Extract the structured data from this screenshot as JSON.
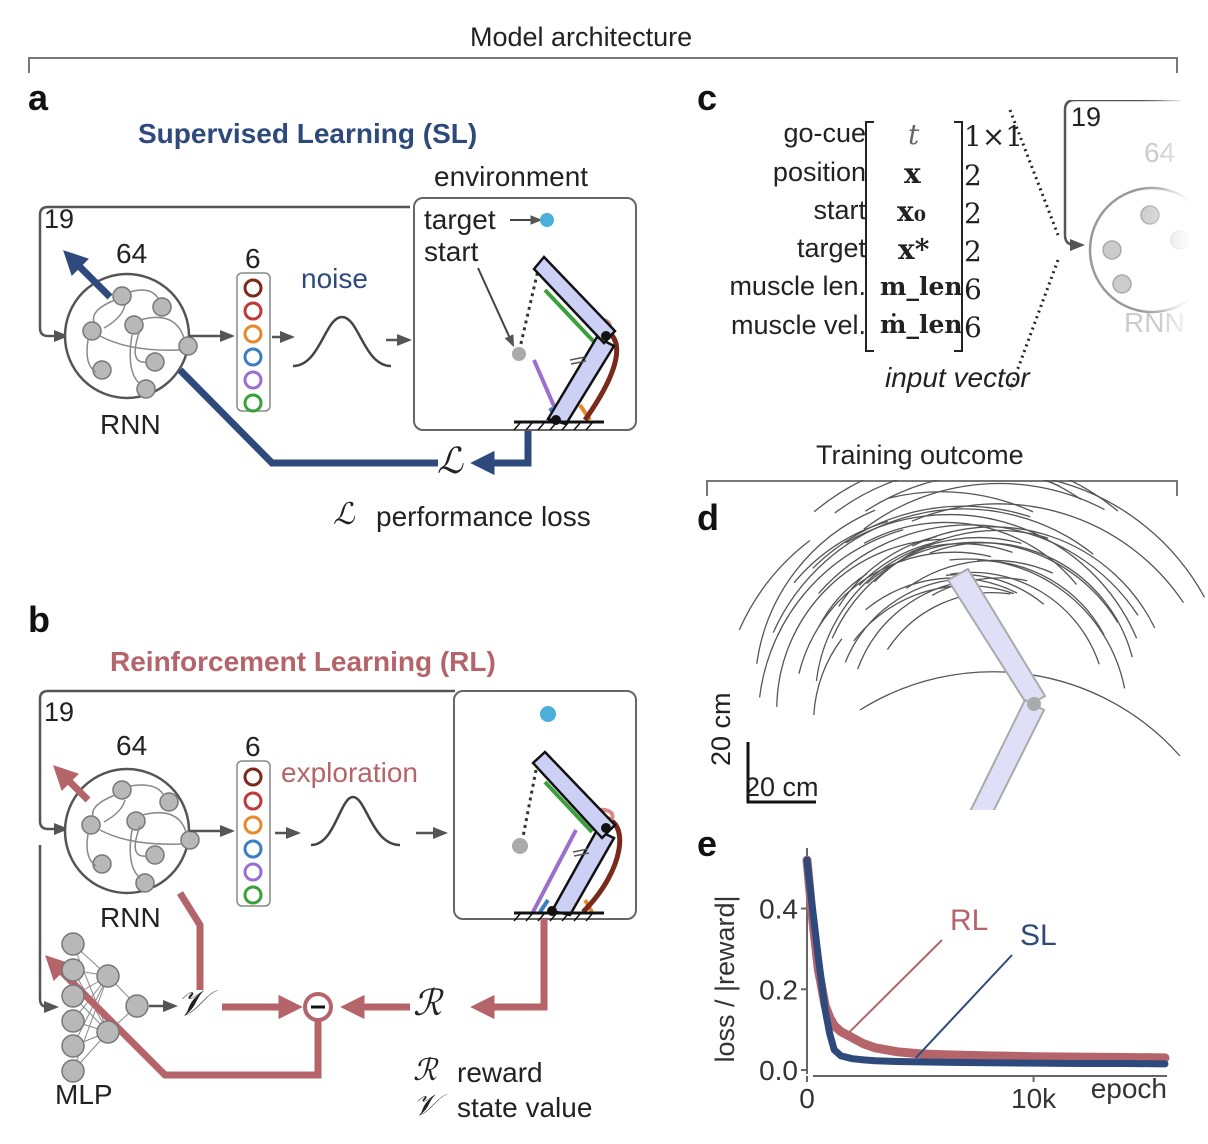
{
  "header": {
    "model_architecture": "Model architecture",
    "training_outcome": "Training outcome"
  },
  "panels": {
    "a": {
      "letter": "a",
      "title": "Supervised Learning (SL)",
      "title_color": "#2e4a7d",
      "input_dim": "19",
      "rnn_units": "64",
      "rnn_label": "RNN",
      "output_dim": "6",
      "perturbation_label": "noise",
      "environment_label": "environment",
      "target_label": "target",
      "start_label": "start",
      "loss_symbol": "ℒ",
      "legend": [
        {
          "symbol": "ℒ",
          "text": "performance loss"
        }
      ]
    },
    "b": {
      "letter": "b",
      "title": "Reinforcement Learning (RL)",
      "title_color": "#b5646a",
      "input_dim": "19",
      "rnn_units": "64",
      "rnn_label": "RNN",
      "output_dim": "6",
      "perturbation_label": "exploration",
      "mlp_label": "MLP",
      "value_symbol": "𝒱",
      "reward_symbol": "ℛ",
      "minus_symbol": "−",
      "legend": [
        {
          "symbol": "ℛ",
          "text": "reward"
        },
        {
          "symbol": "𝒱",
          "text": "state value"
        }
      ]
    },
    "c": {
      "letter": "c",
      "caption": "input vector",
      "input_dim": "19",
      "rnn_units": "64",
      "rnn_label": "RNN",
      "rows": [
        {
          "name": "go-cue",
          "symbol": "t",
          "dim": "1×1"
        },
        {
          "name": "position",
          "symbol": "x",
          "dim": "2"
        },
        {
          "name": "start",
          "symbol": "x₀",
          "dim": "2"
        },
        {
          "name": "target",
          "symbol": "x*",
          "dim": "2"
        },
        {
          "name": "muscle len.",
          "symbol": "m_len",
          "dim": "6"
        },
        {
          "name": "muscle vel.",
          "symbol": "ṁ_len",
          "dim": "6"
        }
      ]
    },
    "d": {
      "letter": "d",
      "scale_x": "20 cm",
      "scale_y": "20 cm"
    },
    "e": {
      "letter": "e"
    }
  },
  "colors": {
    "sl": "#2e4a7d",
    "rl": "#b5646a",
    "muscles": [
      "#7a2a1a",
      "#c0393b",
      "#e8892b",
      "#3a7fc1",
      "#9b6fcf",
      "#3aa13a"
    ],
    "target": "#4ab0d9",
    "arm_fill": "#cdd0f5",
    "neuron": "#b8b8b8"
  },
  "chart_data": {
    "type": "line",
    "title": "",
    "xlabel": "epoch",
    "ylabel": "loss / |reward|",
    "xlim": [
      0,
      15800
    ],
    "ylim": [
      0,
      0.55
    ],
    "xticks": [
      {
        "value": 0,
        "label": "0"
      },
      {
        "value": 10000,
        "label": "10k"
      }
    ],
    "yticks": [
      {
        "value": 0.0,
        "label": "0.0"
      },
      {
        "value": 0.2,
        "label": "0.2"
      },
      {
        "value": 0.4,
        "label": "0.4"
      }
    ],
    "grid": false,
    "legend": "inline-annotations",
    "series": [
      {
        "name": "RL",
        "color": "#b5646a",
        "x": [
          0,
          200,
          500,
          800,
          1000,
          1200,
          1500,
          2000,
          2500,
          3000,
          4000,
          5000,
          6000,
          8000,
          10000,
          12000,
          14000,
          15800
        ],
        "y": [
          0.52,
          0.4,
          0.25,
          0.16,
          0.13,
          0.11,
          0.095,
          0.08,
          0.065,
          0.055,
          0.045,
          0.04,
          0.038,
          0.035,
          0.033,
          0.032,
          0.031,
          0.03
        ]
      },
      {
        "name": "SL",
        "color": "#2e4a7d",
        "x": [
          0,
          200,
          500,
          800,
          1000,
          1200,
          1500,
          2000,
          2500,
          3000,
          4000,
          5000,
          6000,
          8000,
          10000,
          12000,
          14000,
          15800
        ],
        "y": [
          0.52,
          0.42,
          0.28,
          0.15,
          0.09,
          0.05,
          0.035,
          0.028,
          0.025,
          0.023,
          0.021,
          0.02,
          0.019,
          0.018,
          0.017,
          0.016,
          0.016,
          0.015
        ]
      }
    ],
    "annotations": [
      {
        "text": "RL",
        "series": "RL",
        "points_to_x": 1800
      },
      {
        "text": "SL",
        "series": "SL",
        "points_to_x": 4800
      }
    ]
  }
}
